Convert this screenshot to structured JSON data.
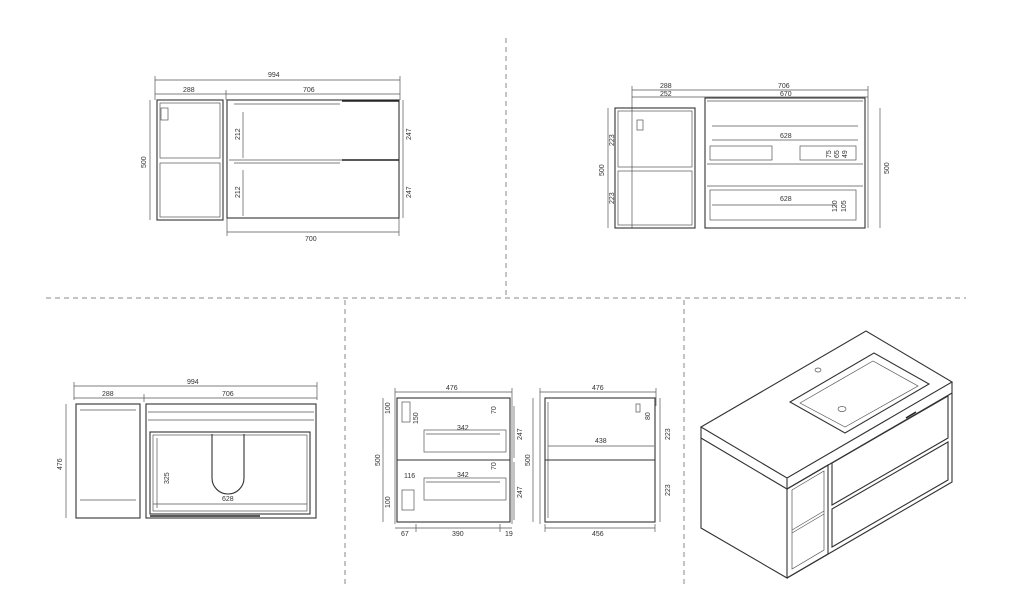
{
  "views": {
    "front": {
      "total_width": "994",
      "left_width": "288",
      "right_width": "706",
      "height": "500",
      "drawer_upper": "212",
      "drawer_lower": "212",
      "right_upper": "247",
      "right_lower": "247",
      "bottom_width": "700"
    },
    "back": {
      "left_width": "288",
      "left_inner": "252",
      "right_width": "706",
      "right_inner": "670",
      "height_left": "500",
      "height_right": "500",
      "shelf_upper": "223",
      "shelf_lower": "223",
      "inner_top": "628",
      "inner_bottom": "628",
      "small_75": "75",
      "small_65": "65",
      "small_49": "49",
      "small_120": "120",
      "small_105": "105"
    },
    "top": {
      "total_width": "994",
      "left_width": "288",
      "right_width": "706",
      "depth": "476",
      "inner_depth": "325",
      "inner_width": "628"
    },
    "side_a": {
      "width": "476",
      "height": "500",
      "upper_left": "100",
      "upper_mid": "150",
      "upper_width": "342",
      "upper_right": "70",
      "right_upper": "247",
      "lower_left": "116",
      "lower_width": "342",
      "lower_right": "70",
      "right_lower": "247",
      "bottom_left_h": "100",
      "bottom_a": "67",
      "bottom_b": "390",
      "bottom_c": "19"
    },
    "side_b": {
      "width": "476",
      "height": "500",
      "top_right": "80",
      "inner_width": "438",
      "right_upper": "223",
      "right_lower": "223",
      "bottom_width": "456"
    }
  }
}
